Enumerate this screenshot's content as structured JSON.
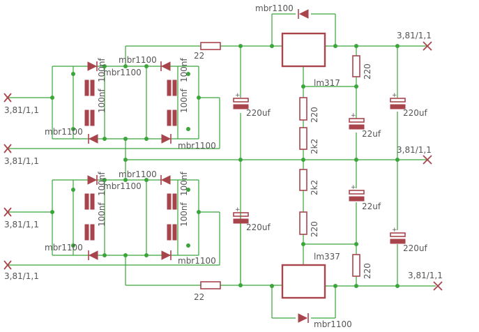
{
  "labels": {
    "diode_top": "mbr1100",
    "diode_bottom": "mbr1100",
    "reg_pos": "lm317",
    "reg_neg": "lm337",
    "res_top_series": "22",
    "res_bot_series": "22",
    "cap_main_top": "220uf",
    "cap_main_bot": "220uf",
    "r_pos_adj": "220",
    "r_220_a": "220",
    "r_2k2_a": "2k2",
    "r_2k2_b": "2k2",
    "r_220_b": "220",
    "r_neg_adj": "220",
    "cap_22_a": "22uf",
    "cap_22_b": "22uf",
    "cap_out_top": "220uf",
    "cap_out_bot": "220uf",
    "conn_out_top": "3,81/1,1",
    "conn_out_mid": "3,81/1,1",
    "conn_out_bot": "3,81/1,1",
    "conn_in_1": "3,81/1,1",
    "conn_in_2": "3,81/1,1",
    "conn_in_3": "3,81/1,1",
    "conn_in_4": "3,81/1,1",
    "br1_d_tl": "mbr1100",
    "br1_d_tr": "mbr1100",
    "br1_d_bl": "mbr1100",
    "br1_d_br": "mbr1100",
    "br1_c_l1": "100nf",
    "br1_c_r1": "100nf",
    "br1_c_l2": "100nf",
    "br1_c_r2": "100nf",
    "br2_d_tl": "mbr1100",
    "br2_d_tr": "mbr1100",
    "br2_d_bl": "mbr1100",
    "br2_d_br": "mbr1100",
    "br2_c_l1": "100nf",
    "br2_c_r1": "100nf",
    "br2_c_l2": "100nf",
    "br2_c_r2": "100nf"
  },
  "colors": {
    "wire": "#3aa53a",
    "part": "#a8444c",
    "text": "#555555",
    "background": "#ffffff"
  }
}
